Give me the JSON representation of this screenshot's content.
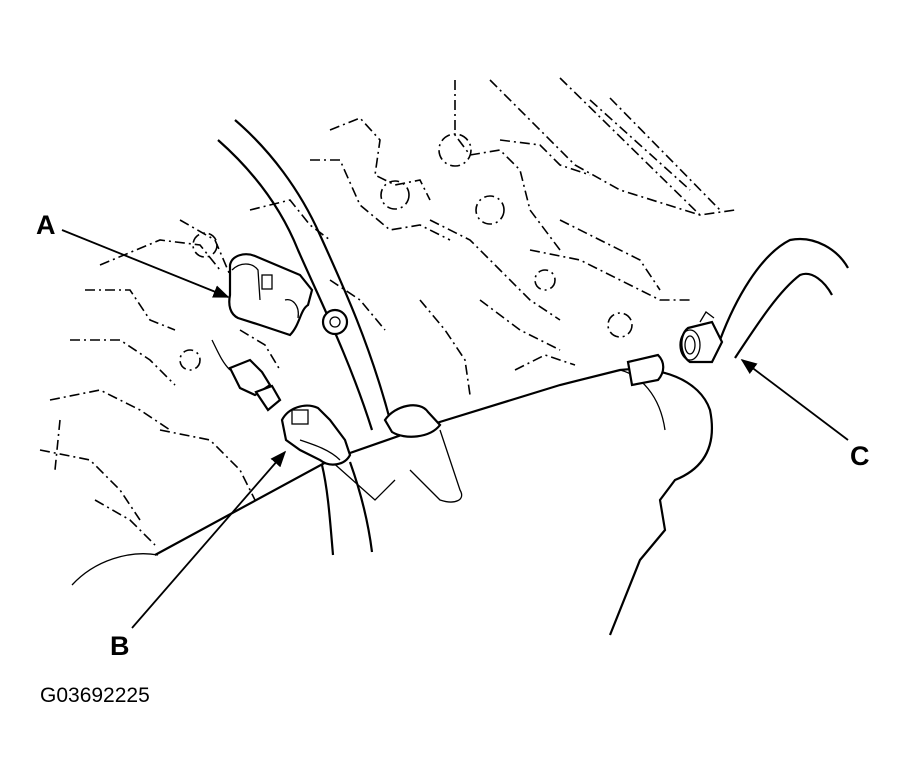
{
  "labels": {
    "a": "A",
    "b": "B",
    "c": "C"
  },
  "figure_code": "G03692225"
}
